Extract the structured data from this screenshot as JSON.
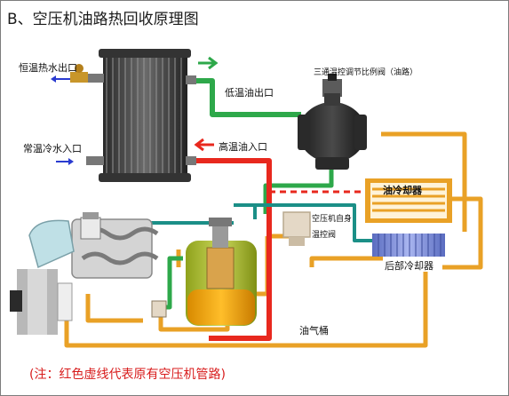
{
  "title": "B、空压机油路热回收原理图",
  "note": "(注：红色虚线代表原有空压机管路)",
  "labels": {
    "hot_water_out": "恒温热水出口",
    "cold_water_in": "常温冷水入口",
    "low_temp_oil_out": "低温油出口",
    "high_temp_oil_in": "高温油入口",
    "three_way_valve": "三通温控调节比例阀（油路）",
    "oil_cooler": "油冷却器",
    "thermostat_line1": "空压机自身",
    "thermostat_line2": "温控阀",
    "aftercooler": "后部冷却器",
    "oil_gas_tank": "油气桶"
  },
  "colors": {
    "oil_hot": "#e8281e",
    "oil_low": "#2ea84a",
    "oil_circuit": "#e9a126",
    "air_line": "#1b8f87",
    "water_arrow": "#2a3bd0"
  }
}
